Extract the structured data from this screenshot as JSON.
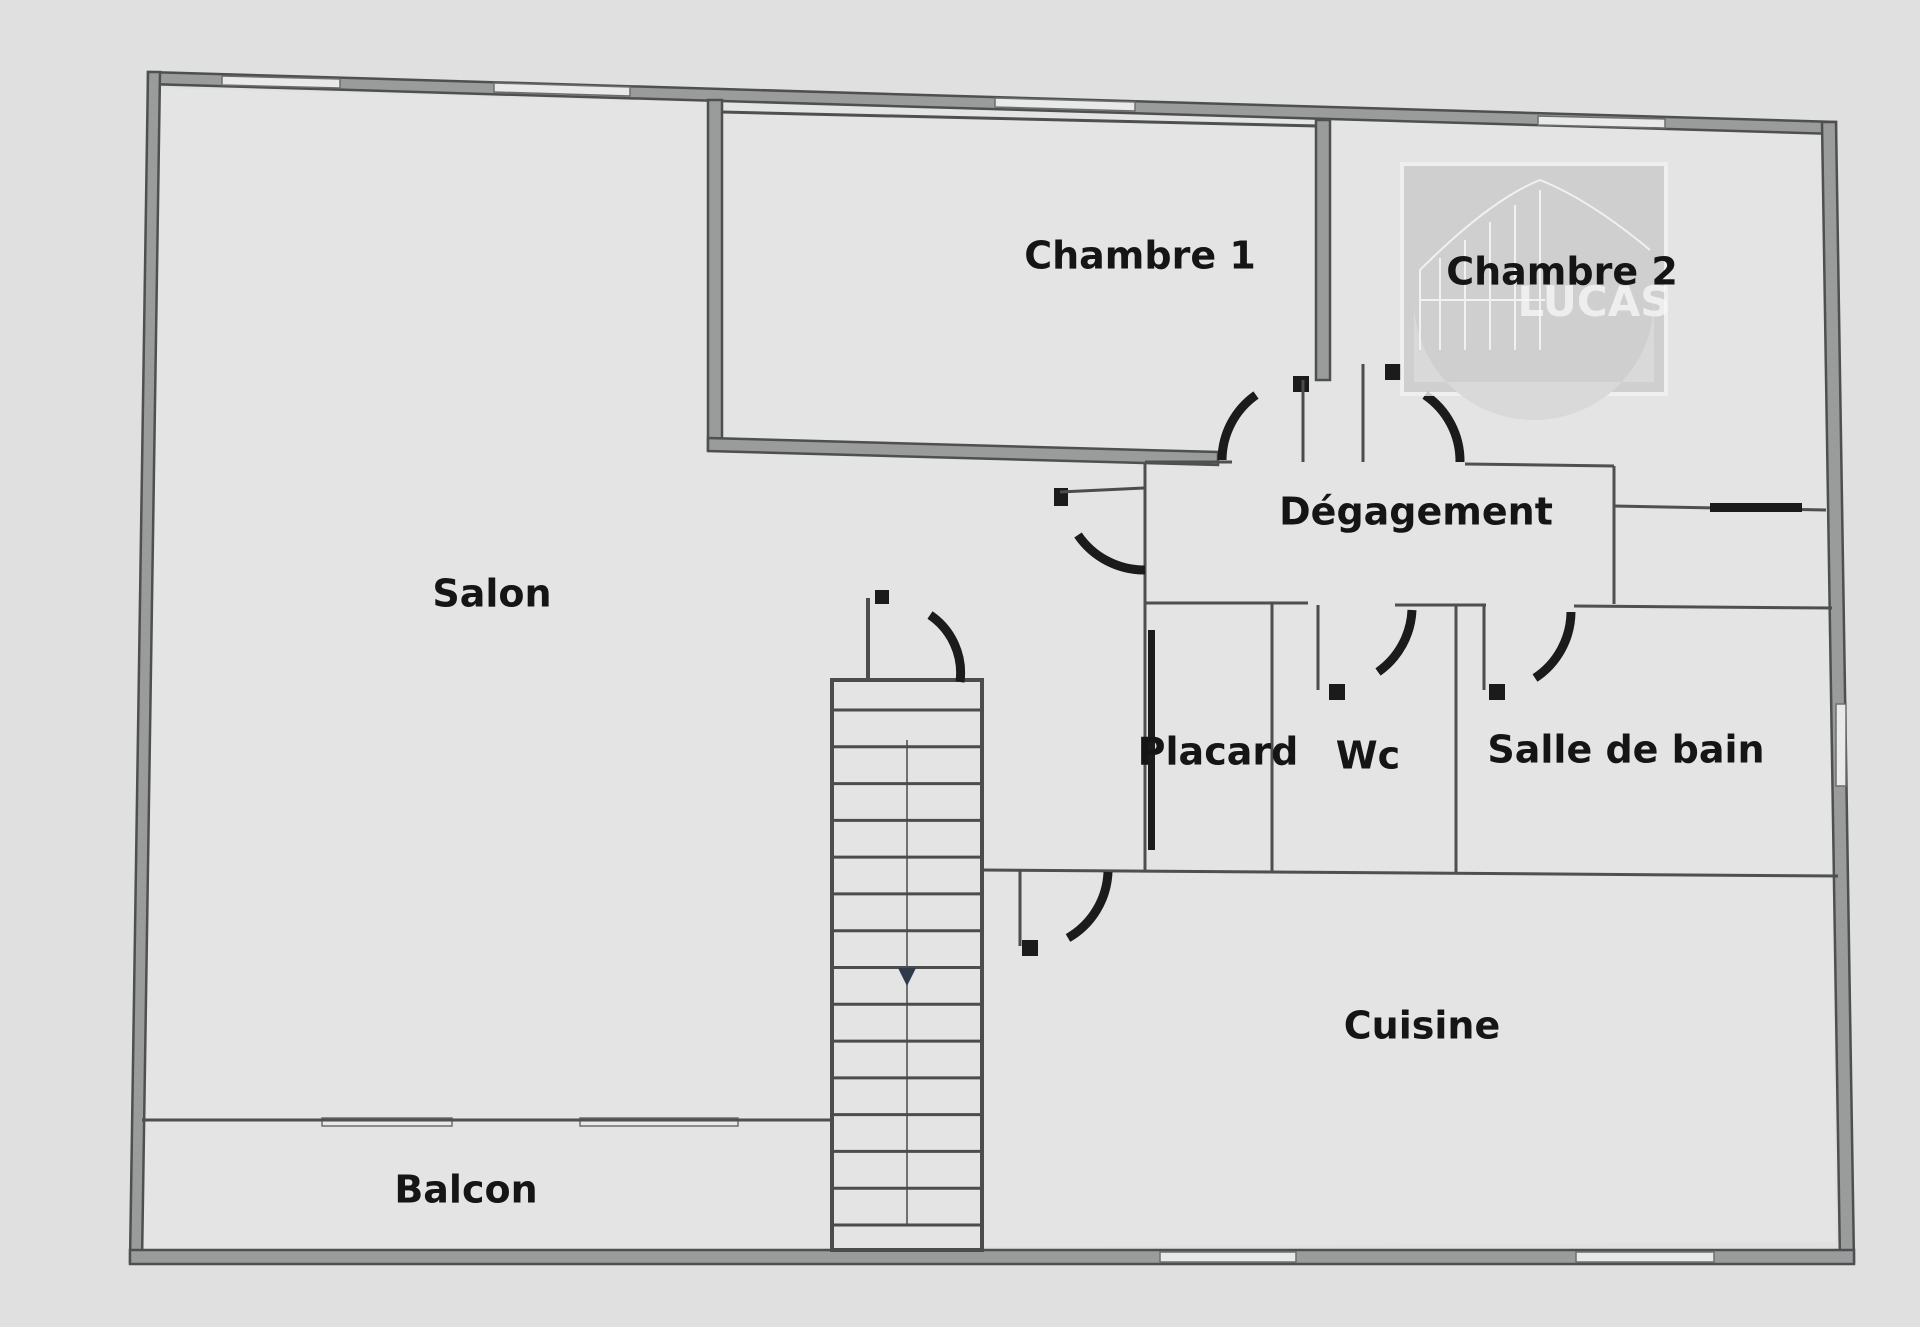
{
  "rooms": {
    "chambre1": "Chambre 1",
    "chambre2": "Chambre 2",
    "salon": "Salon",
    "degagement": "Dégagement",
    "placard": "Placard",
    "wc": "Wc",
    "salle_de_bain": "Salle de bain",
    "cuisine": "Cuisine",
    "balcon": "Balcon"
  },
  "watermark": {
    "text": "LUCAS"
  },
  "stairs": {
    "direction": "down",
    "treads": 14
  }
}
